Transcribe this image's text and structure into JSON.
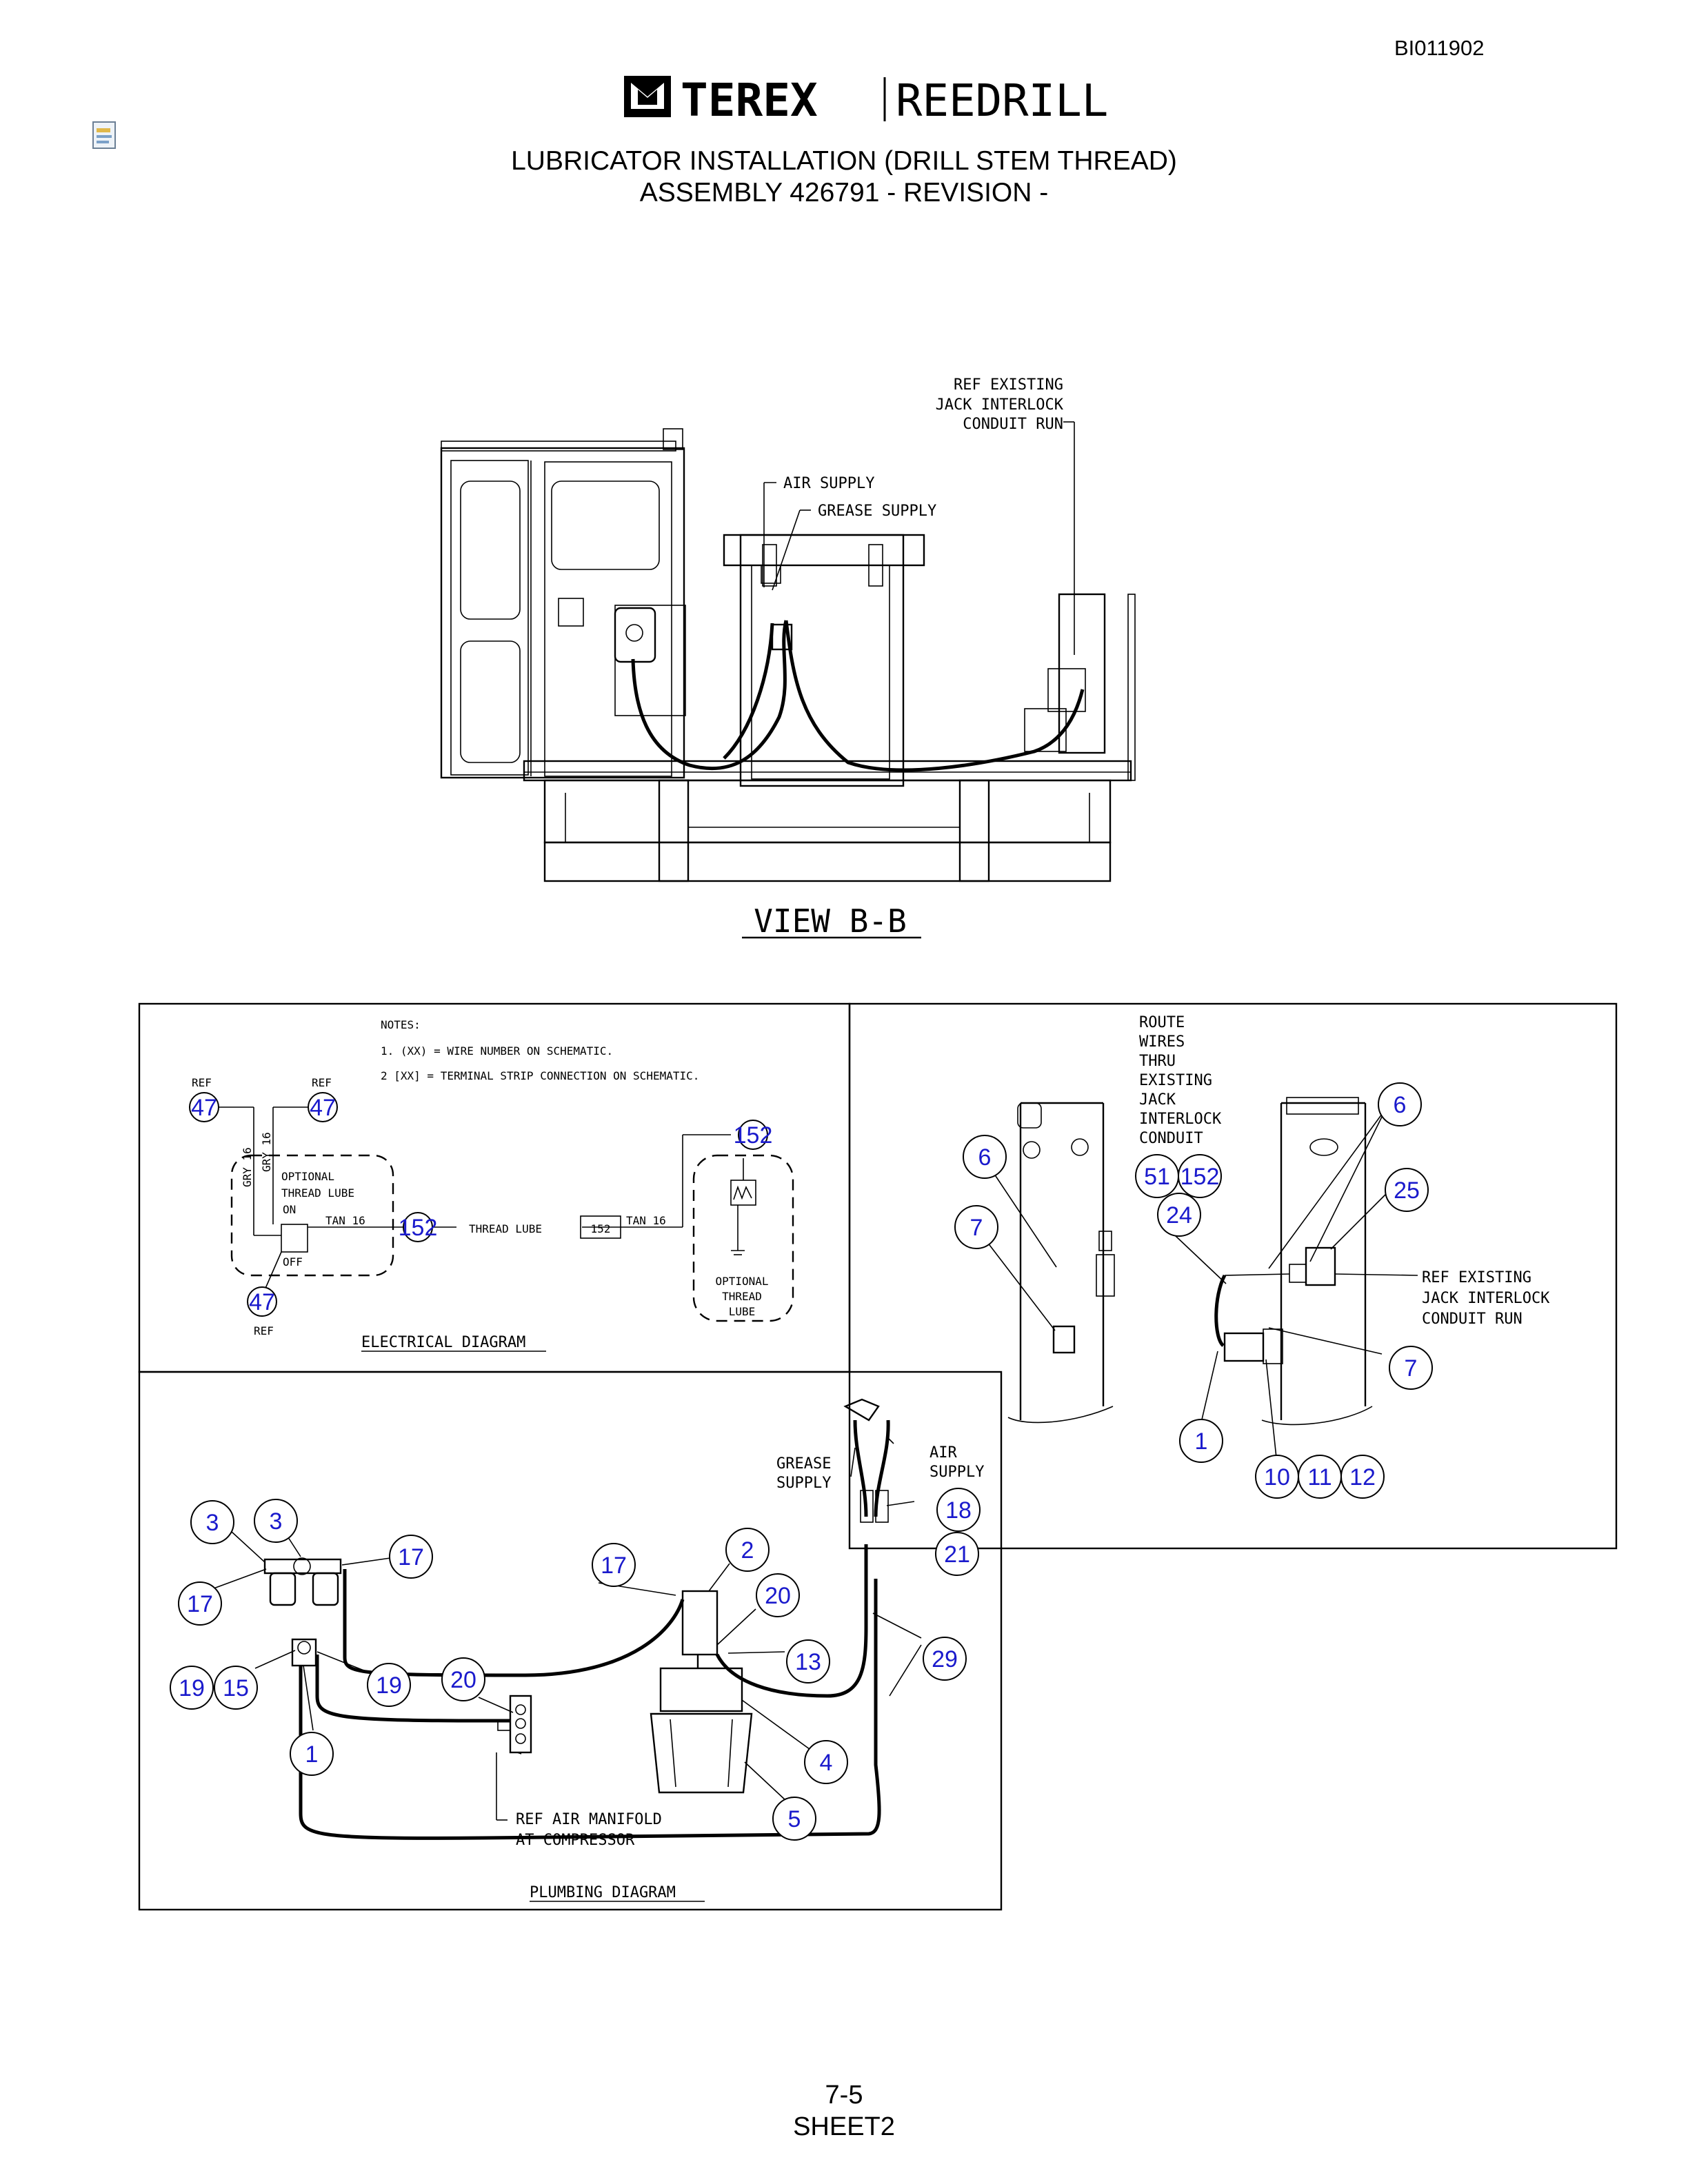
{
  "doc_number": "BI011902",
  "header": {
    "brand_left": "TEREX",
    "brand_right": "REEDRILL",
    "title_line1": "LUBRICATOR INSTALLATION (DRILL STEM THREAD)",
    "title_line2": "ASSEMBLY 426791 - REVISION -"
  },
  "view_bb": {
    "title": "VIEW B-B",
    "callouts": [
      "REF EXISTING",
      "JACK INTERLOCK",
      "CONDUIT RUN",
      "AIR SUPPLY",
      "GREASE SUPPLY"
    ]
  },
  "electrical": {
    "title": "ELECTRICAL DIAGRAM",
    "notes_header": "NOTES:",
    "note1": "1. (XX) = WIRE NUMBER ON SCHEMATIC.",
    "note2": "2  [XX]  = TERMINAL STRIP CONNECTION ON SCHEMATIC.",
    "ref": "REF",
    "balloons": [
      "47",
      "47",
      "47",
      "152",
      "152"
    ],
    "wire_gry_1": "GRY 16",
    "wire_gry_2": "GRY 16",
    "switch_label": [
      "OPTIONAL",
      "THREAD LUBE",
      "ON",
      "OFF"
    ],
    "wire_tan_1": "TAN 16",
    "wire_tan_2": "TAN 16",
    "thread_lube": "THREAD LUBE",
    "terminal": "152",
    "lube_label": [
      "OPTIONAL",
      "THREAD",
      "LUBE"
    ]
  },
  "detail": {
    "route_lines": [
      "ROUTE",
      "WIRES",
      "THRU",
      "EXISTING",
      "JACK",
      "INTERLOCK",
      "CONDUIT"
    ],
    "ref_lines": [
      "REF EXISTING",
      "JACK INTERLOCK",
      "CONDUIT RUN"
    ],
    "balloons": [
      "6",
      "6",
      "7",
      "7",
      "51",
      "152",
      "24",
      "25",
      "1",
      "10",
      "11",
      "12"
    ]
  },
  "plumbing": {
    "title": "PLUMBING DIAGRAM",
    "grease_supply": [
      "GREASE",
      "SUPPLY"
    ],
    "air_supply": [
      "AIR",
      "SUPPLY"
    ],
    "ref_manifold": [
      "REF AIR MANIFOLD",
      "AT COMPRESSOR"
    ],
    "balloons": [
      "3",
      "3",
      "17",
      "17",
      "17",
      "19",
      "15",
      "19",
      "1",
      "20",
      "20",
      "2",
      "13",
      "4",
      "5",
      "18",
      "21",
      "29"
    ]
  },
  "footer": {
    "page": "7-5",
    "sheet": "SHEET2"
  },
  "colors": {
    "balloon_text": "#1a1acc",
    "line": "#000000"
  },
  "icons": [
    "terex-logo-icon",
    "document-icon"
  ]
}
